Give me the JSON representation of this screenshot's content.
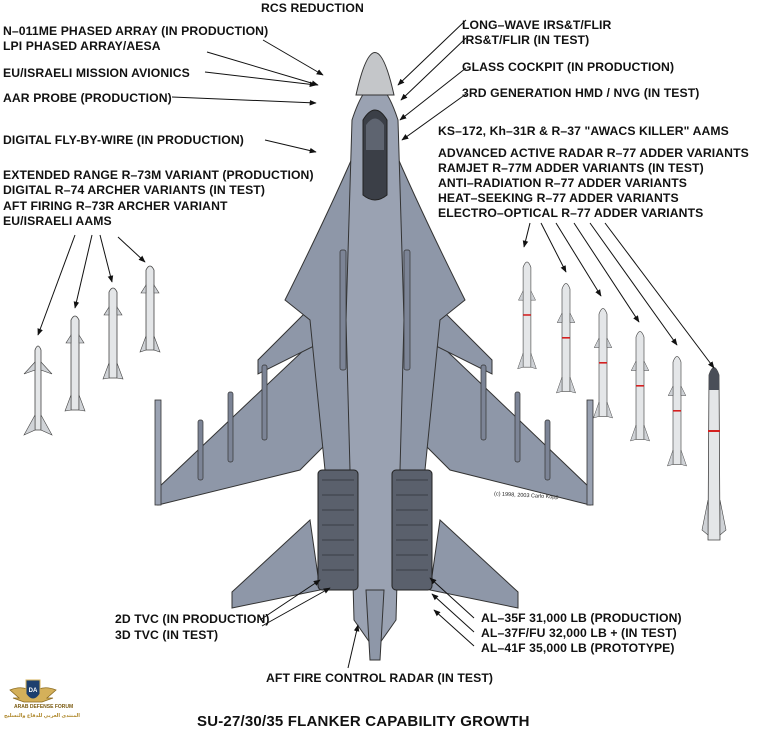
{
  "title": "SU-27/30/35 FLANKER CAPABILITY GROWTH",
  "copyright": "(c) 1998, 2003 Carlo Kopp",
  "logo": {
    "initials": "DA",
    "name": "ARAB DEFENSE FORUM",
    "arabic": "المنتدى العربي للدفاع والتسليح"
  },
  "labels": {
    "top_center": "RCS REDUCTION",
    "left": [
      "N–011ME PHASED ARRAY (IN PRODUCTION)",
      "LPI PHASED ARRAY/AESA",
      "EU/ISRAELI MISSION AVIONICS",
      "AAR PROBE (PRODUCTION)",
      "DIGITAL FLY-BY-WIRE (IN PRODUCTION)"
    ],
    "left_missiles": [
      "EXTENDED RANGE R–73M VARIANT (PRODUCTION)",
      "DIGITAL R–74 ARCHER VARIANTS (IN TEST)",
      "AFT FIRING R–73R ARCHER VARIANT",
      "EU/ISRAELI AAMS"
    ],
    "right": [
      "LONG–WAVE IRS&T/FLIR",
      "IRS&T/FLIR (IN TEST)",
      "GLASS COCKPIT (IN PRODUCTION)",
      "3RD GENERATION HMD / NVG (IN TEST)",
      "KS–172, Kh–31R & R–37 \"AWACS KILLER\" AAMS"
    ],
    "right_missiles": [
      "ADVANCED ACTIVE RADAR R–77 ADDER VARIANTS",
      "RAMJET R–77M ADDER VARIANTS (IN TEST)",
      "ANTI–RADIATION R–77 ADDER VARIANTS",
      "HEAT–SEEKING R–77 ADDER VARIANTS",
      "ELECTRO–OPTICAL R–77 ADDER VARIANTS"
    ],
    "bottom_left": [
      "2D TVC (IN PRODUCTION)",
      "3D TVC (IN TEST)"
    ],
    "bottom_right": [
      "AL–35F 31,000 LB (PRODUCTION)",
      "AL–37F/FU 32,000 LB + (IN TEST)",
      "AL–41F 35,000 LB (PROTOTYPE)"
    ],
    "bottom_center": "AFT FIRE CONTROL RADAR (IN TEST)"
  },
  "colors": {
    "airframe": "#8e97a8",
    "airframe_dark": "#6f778a",
    "nose": "#c4c6c9",
    "nozzle": "#4a4e58",
    "missile": "#e4e6e8",
    "stripe": "#d42020"
  }
}
